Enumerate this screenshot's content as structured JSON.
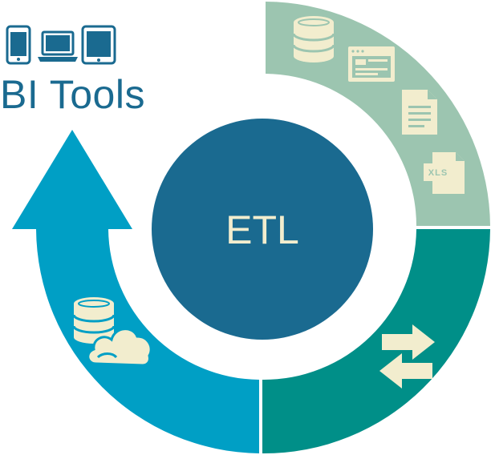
{
  "title": "BI Tools",
  "center_label": "ETL",
  "xls_label": "XLS",
  "colors": {
    "sources_segment": "#9cc5b0",
    "transform_segment": "#008f88",
    "load_segment": "#009fc5",
    "center_circle": "#1a6a90",
    "device_icons": "#1a6a90",
    "icon_fill": "#f2edce",
    "title_text": "#1a6a90",
    "center_text": "#f2edce"
  },
  "icons": {
    "devices": [
      "smartphone-icon",
      "laptop-icon",
      "tablet-icon"
    ],
    "sources": [
      "database-icon",
      "browser-window-icon",
      "document-icon",
      "xls-file-icon"
    ],
    "transform": [
      "exchange-arrows-icon"
    ],
    "load": [
      "cloud-database-icon"
    ]
  }
}
